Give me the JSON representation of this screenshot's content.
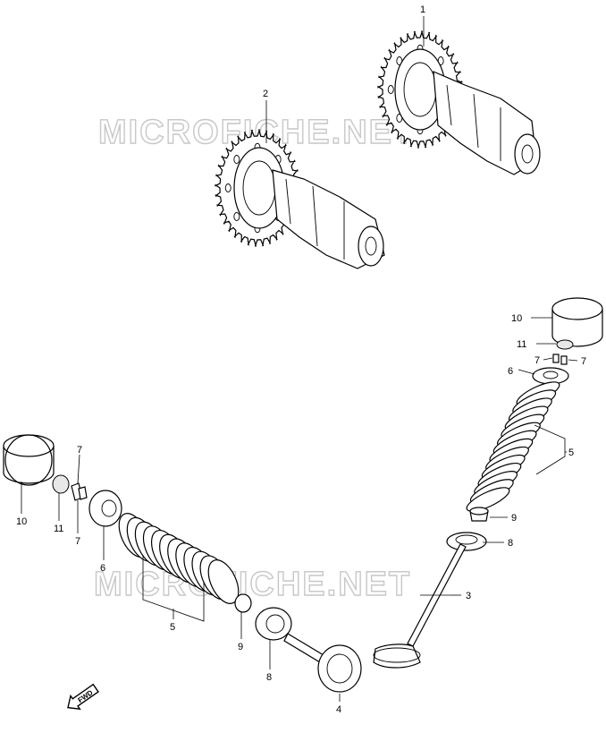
{
  "watermark": {
    "text": "MICROFICHE.NET",
    "color": "#c8c8c8"
  },
  "direction_marker": {
    "label": "FWD",
    "icon": "forward-arrow-icon"
  },
  "callouts": {
    "c1": "1",
    "c2": "2",
    "c3": "3",
    "c4": "4",
    "c5_left": "5",
    "c5_right": "5",
    "c6_left": "6",
    "c6_right": "6",
    "c7_left_top": "7",
    "c7_left_bottom": "7",
    "c7_right_a": "7",
    "c7_right_b": "7",
    "c8_left": "8",
    "c8_right": "8",
    "c9_left": "9",
    "c9_right": "9",
    "c10_left": "10",
    "c10_right": "10",
    "c11_left": "11",
    "c11_right": "11"
  }
}
